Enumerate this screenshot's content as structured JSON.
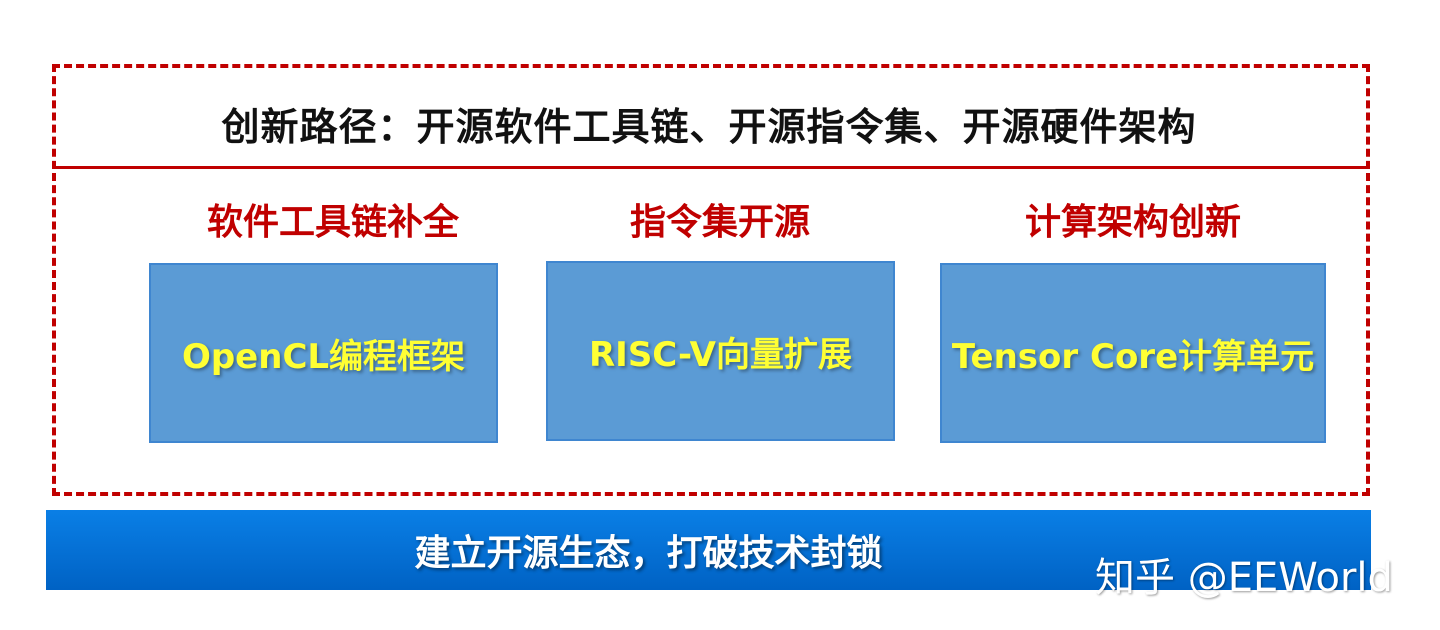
{
  "headline": "创新路径：开源软件工具链、开源指令集、开源硬件架构",
  "columns": [
    {
      "title": "软件工具链补全",
      "box_label": "OpenCL编程框架"
    },
    {
      "title": "指令集开源",
      "box_label": "RISC-V向量扩展"
    },
    {
      "title": "计算架构创新",
      "box_label": "Tensor Core计算单元"
    }
  ],
  "banner": "建立开源生态，打破技术封锁",
  "watermark": "知乎 @EEWorld",
  "colors": {
    "dashed_border": "#c00000",
    "column_title": "#c00000",
    "box_fill": "#5b9bd5",
    "box_text": "#ffff33",
    "banner_fill": "#0070d8",
    "banner_text": "#ffffff"
  }
}
